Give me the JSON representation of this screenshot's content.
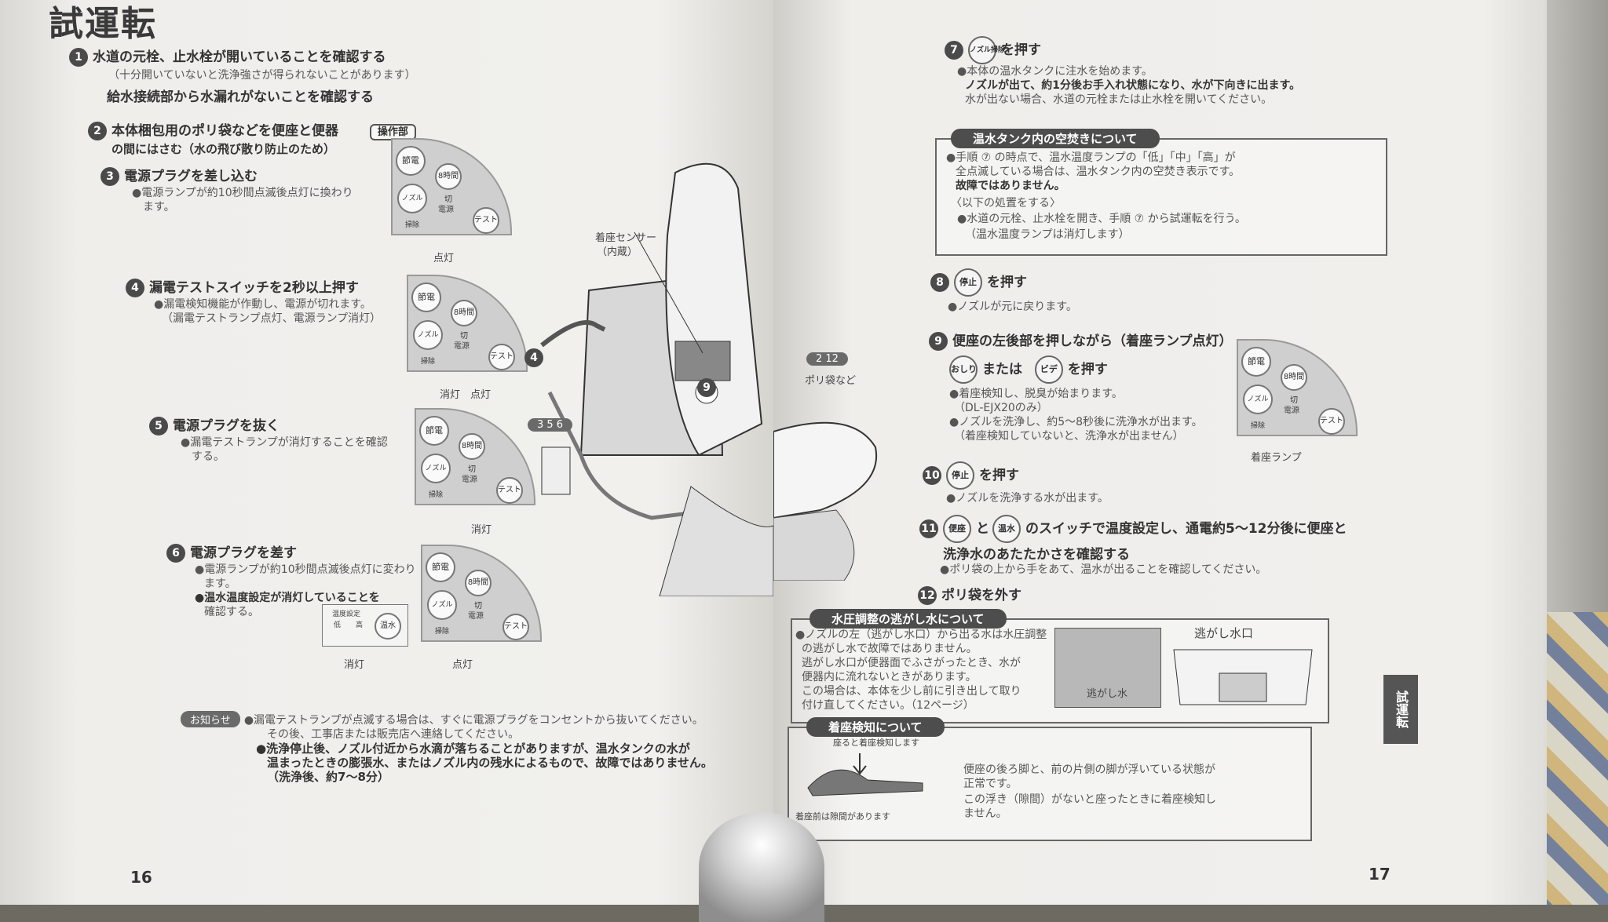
{
  "left_page": {
    "title": "試運転",
    "page_number": "16",
    "steps": [
      {
        "num": "1",
        "lines": [
          "水道の元栓、止水栓が開いていることを確認する",
          "（十分開いていないと洗浄強さが得られないことがあります）",
          "給水接続部から水漏れがないことを確認する"
        ]
      },
      {
        "num": "2",
        "lines": [
          "本体梱包用のポリ袋などを便座と便器",
          "の間にはさむ（水の飛び散り防止のため）"
        ],
        "tag": "操作部"
      },
      {
        "num": "3",
        "lines": [
          "電源プラグを差し込む",
          "●電源ランプが約10秒間点滅後点灯に換わり",
          "ます。"
        ],
        "panel_caption": "点灯"
      },
      {
        "num": "4",
        "lines": [
          "漏電テストスイッチを2秒以上押す",
          "●漏電検知機能が作動し、電源が切れます。",
          "（漏電テストランプ点灯、電源ランプ消灯）"
        ],
        "panel_caption": "消灯　点灯"
      },
      {
        "num": "5",
        "lines": [
          "電源プラグを抜く",
          "●漏電テストランプが消灯することを確認",
          "する。"
        ],
        "panel_caption": "消灯"
      },
      {
        "num": "6",
        "lines": [
          "電源プラグを差す",
          "●電源ランプが約10秒間点滅後点灯に変わり",
          "ます。",
          "●温水温度設定が消灯していることを",
          "確認する。"
        ],
        "panel_caption": "点灯",
        "temp_caption": "消灯"
      }
    ],
    "panel_buttons": {
      "setsuden": "節電",
      "nozzle": "ノズル掃除",
      "eight": "8時間切",
      "test": "テスト",
      "dengen": "電源"
    },
    "temp_box": {
      "label": "温度設定",
      "low": "低",
      "high": "高",
      "button": "温水"
    },
    "figure_labels": {
      "sensor": "着座センサー",
      "sensor_sub": "（内蔵）",
      "bag": "ポリ袋など",
      "c4": "4",
      "c9": "9",
      "c212": "2 12",
      "c356": "3 5 6"
    },
    "notice": {
      "badge": "お知らせ",
      "lines": [
        "●漏電テストランプが点滅する場合は、すぐに電源プラグをコンセントから抜いてください。",
        "その後、工事店または販売店へ連絡してください。",
        "●洗浄停止後、ノズル付近から水滴が落ちることがありますが、温水タンクの水が",
        "温まったときの膨張水、またはノズル内の残水によるもので、故障ではありません。",
        "（洗浄後、約7～8分）"
      ]
    }
  },
  "right_page": {
    "page_number": "17",
    "side_tab": "試運転",
    "step7": {
      "num": "7",
      "btn": "ノズル掃除",
      "head": "を押す",
      "lines": [
        "●本体の温水タンクに注水を始めます。",
        "ノズルが出て、約1分後お手入れ状態になり、水が下向きに出ます。",
        "水が出ない場合、水道の元栓または止水栓を開いてください。"
      ]
    },
    "box_tank": {
      "title": "温水タンク内の空焚きについて",
      "lines": [
        "●手順 ⑦ の時点で、温水温度ランプの「低」「中」「高」が",
        "全点滅している場合は、温水タンク内の空焚き表示です。",
        "故障ではありません。",
        "〈以下の処置をする〉",
        "●水道の元栓、止水栓を開き、手順 ⑦ から試運転を行う。",
        "（温水温度ランプは消灯します）"
      ]
    },
    "step8": {
      "num": "8",
      "btn": "停止",
      "head": "を押す",
      "lines": [
        "●ノズルが元に戻ります。"
      ]
    },
    "step9": {
      "num": "9",
      "head": "便座の左後部を押しながら（着座ランプ点灯）",
      "btn1": "おしり",
      "mid": "または",
      "btn2": "ビデ",
      "tail": "を押す",
      "lines": [
        "●着座検知し、脱臭が始まります。",
        "（DL-EJX20のみ）",
        "●ノズルを洗浄し、約5～8秒後に洗浄水が出ます。",
        "（着座検知していないと、洗浄水が出ません）"
      ],
      "panel_caption": "着座ランプ"
    },
    "step10": {
      "num": "10",
      "btn": "停止",
      "head": "を押す",
      "lines": [
        "●ノズルを洗浄する水が出ます。"
      ]
    },
    "step11": {
      "num": "11",
      "btn1": "便座",
      "mid": "と",
      "btn2": "温水",
      "head": "のスイッチで温度設定し、通電約5～12分後に便座と",
      "head2": "洗浄水のあたたかさを確認する",
      "lines": [
        "●ポリ袋の上から手をあて、温水が出ることを確認してください。"
      ]
    },
    "step12": {
      "num": "12",
      "head": "ポリ袋を外す"
    },
    "box_pressure": {
      "title": "水圧調整の逃がし水について",
      "lines": [
        "●ノズルの左（逃がし水口）から出る水は水圧調整",
        "の逃がし水で故障ではありません。",
        "逃がし水口が便器面でふさがったとき、水が",
        "便器内に流れないときがあります。",
        "この場合は、本体を少し前に引き出して取り",
        "付け直してください。（12ページ）"
      ],
      "label1": "逃がし水",
      "label2": "逃がし水口"
    },
    "box_seat": {
      "title": "着座検知について",
      "fig_top": "座ると着座検知します",
      "fig_bottom": "着座前は隙間があります",
      "lines": [
        "便座の後ろ脚と、前の片側の脚が浮いている状態が",
        "正常です。",
        "この浮き（隙間）がないと座ったときに着座検知し",
        "ません。"
      ]
    }
  }
}
